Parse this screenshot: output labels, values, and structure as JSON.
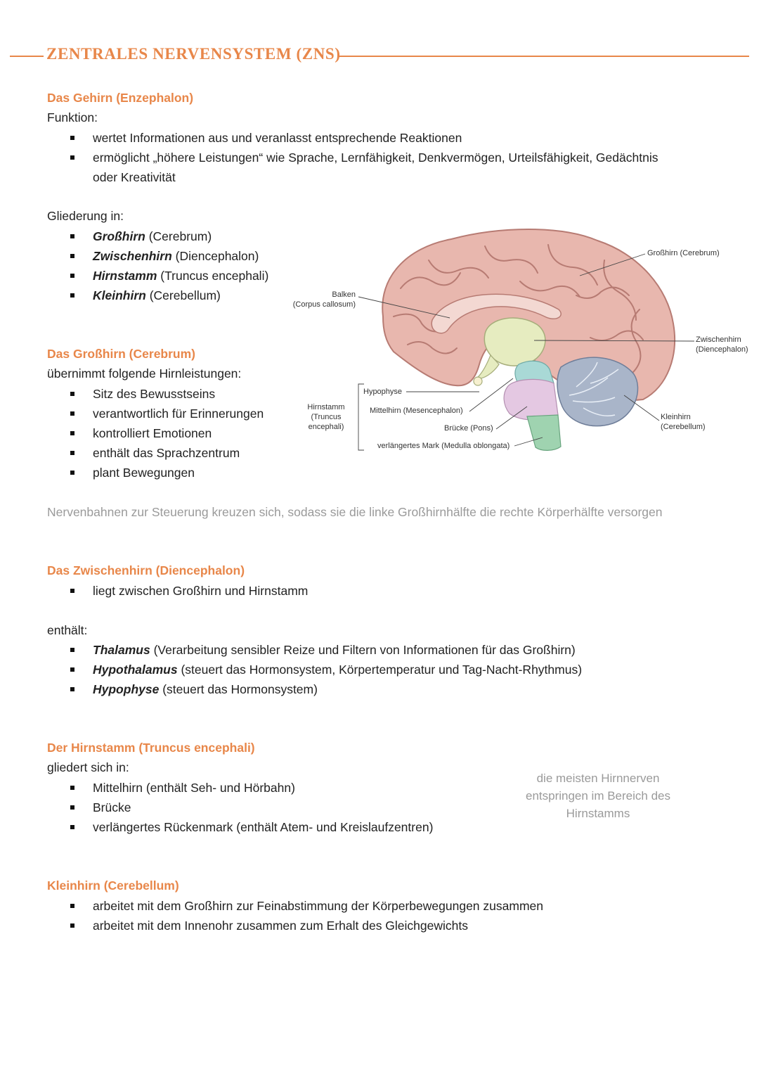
{
  "title": "ZENTRALES NERVENSYSTEM (ZNS)",
  "gehirn": {
    "heading": "Das Gehirn (Enzephalon)",
    "funktion_label": "Funktion:",
    "funktion_items": [
      "wertet Informationen aus und veranlasst entsprechende Reaktionen",
      "ermöglicht „höhere Leistungen“ wie Sprache, Lernfähigkeit, Denkvermögen, Urteilsfähigkeit, Gedächtnis",
      "oder Kreativität"
    ],
    "gliederung_label": "Gliederung in:",
    "gliederung_items": [
      {
        "term": "Großhirn",
        "rest": " (Cerebrum)"
      },
      {
        "term": "Zwischenhirn",
        "rest": " (Diencephalon)"
      },
      {
        "term": "Hirnstamm",
        "rest": " (Truncus encephali)"
      },
      {
        "term": "Kleinhirn",
        "rest": " (Cerebellum)"
      }
    ]
  },
  "figure": {
    "labels": {
      "balken_1": "Balken",
      "balken_2": "(Corpus callosum)",
      "grosshirn": "Großhirn (Cerebrum)",
      "zwischenhirn_1": "Zwischenhirn",
      "zwischenhirn_2": "(Diencephalon)",
      "hypophyse": "Hypophyse",
      "mittelhirn": "Mittelhirn (Mesencephalon)",
      "bruecke": "Brücke (Pons)",
      "mark": "verlängertes Mark (Medulla oblongata)",
      "hirnstamm_1": "Hirnstamm",
      "hirnstamm_2": "(Truncus",
      "hirnstamm_3": "encephali)",
      "kleinhirn_1": "Kleinhirn",
      "kleinhirn_2": "(Cerebellum)"
    },
    "colors": {
      "cortex": "#e8b7ae",
      "sulci": "#b77b73",
      "diencephalon": "#e6ecc0",
      "midbrain": "#a9d9d6",
      "pons": "#e4c8e2",
      "medulla": "#9fd3b0",
      "cerebellum": "#a9b5c9"
    }
  },
  "grosshirn": {
    "heading": "Das Großhirn (Cerebrum)",
    "intro": "übernimmt folgende Hirnleistungen:",
    "items": [
      "Sitz des Bewusstseins",
      "verantwortlich für Erinnerungen",
      "kontrolliert Emotionen",
      "enthält das Sprachzentrum",
      "plant Bewegungen"
    ],
    "note": "Nervenbahnen zur Steuerung kreuzen sich, sodass sie die linke Großhirnhälfte die rechte Körperhälfte versorgen"
  },
  "zwischenhirn": {
    "heading": "Das Zwischenhirn (Diencephalon)",
    "item": "liegt zwischen Großhirn und Hirnstamm",
    "enthaelt_label": "enthält:",
    "items": [
      {
        "term": "Thalamus",
        "rest": " (Verarbeitung sensibler Reize und Filtern von Informationen für das Großhirn)"
      },
      {
        "term": "Hypothalamus",
        "rest": " (steuert das Hormonsystem, Körpertemperatur und Tag-Nacht-Rhythmus)"
      },
      {
        "term": "Hypophyse",
        "rest": " (steuert das Hormonsystem)"
      }
    ]
  },
  "hirnstamm": {
    "heading": "Der Hirnstamm (Truncus encephali)",
    "intro": "gliedert sich in:",
    "items": [
      "Mittelhirn (enthält Seh- und Hörbahn)",
      "Brücke",
      "verlängertes Rückenmark (enthält Atem- und Kreislaufzentren)"
    ],
    "side_note": "die meisten Hirnnerven entspringen im Bereich des Hirnstamms"
  },
  "kleinhirn": {
    "heading": "Kleinhirn (Cerebellum)",
    "items": [
      "arbeitet mit dem Großhirn zur Feinabstimmung der Körperbewegungen zusammen",
      "arbeitet mit dem Innenohr zusammen zum Erhalt des Gleichgewichts"
    ]
  }
}
